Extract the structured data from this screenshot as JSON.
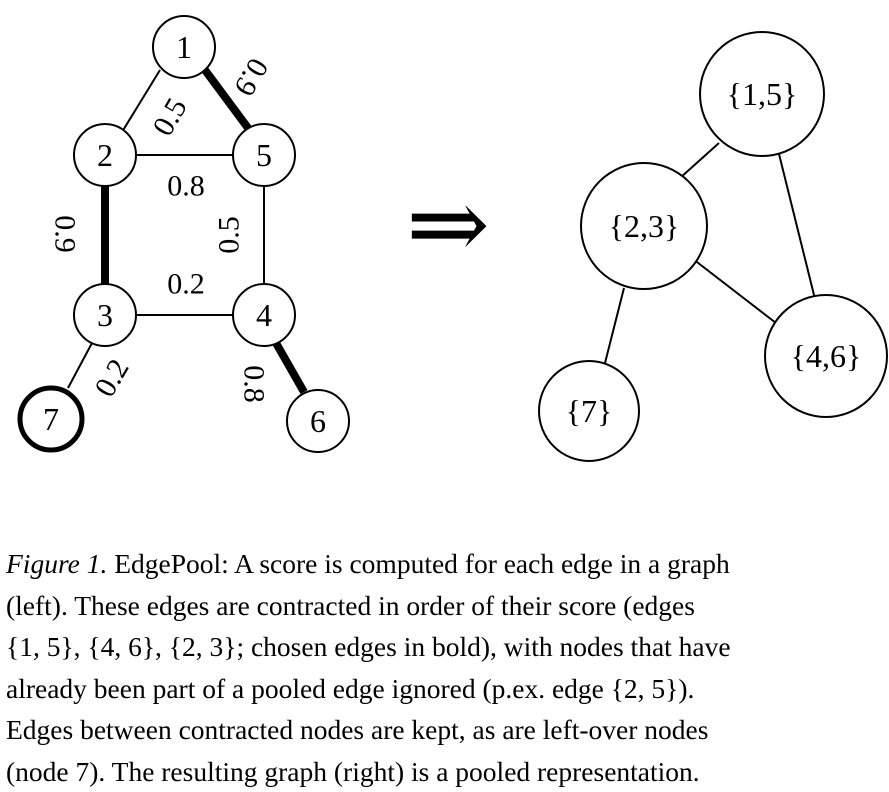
{
  "left_graph": {
    "nodes": [
      {
        "id": "n1",
        "label": "1"
      },
      {
        "id": "n2",
        "label": "2"
      },
      {
        "id": "n5",
        "label": "5"
      },
      {
        "id": "n3",
        "label": "3"
      },
      {
        "id": "n4",
        "label": "4"
      },
      {
        "id": "n7",
        "label": "7",
        "bold": true
      },
      {
        "id": "n6",
        "label": "6"
      }
    ],
    "edges": [
      {
        "from": "1",
        "to": "2",
        "weight": "0.5"
      },
      {
        "from": "1",
        "to": "5",
        "weight": "0.9",
        "bold": true
      },
      {
        "from": "2",
        "to": "5",
        "weight": "0.8"
      },
      {
        "from": "2",
        "to": "3",
        "weight": "0.9",
        "bold": true
      },
      {
        "from": "5",
        "to": "4",
        "weight": "0.5"
      },
      {
        "from": "3",
        "to": "4",
        "weight": "0.2"
      },
      {
        "from": "3",
        "to": "7",
        "weight": "0.2"
      },
      {
        "from": "4",
        "to": "6",
        "weight": "0.8",
        "bold": true
      }
    ]
  },
  "arrow_symbol": "⇒",
  "right_graph": {
    "nodes": [
      {
        "id": "p15",
        "label": "{1,5}"
      },
      {
        "id": "p23",
        "label": "{2,3}"
      },
      {
        "id": "p46",
        "label": "{4,6}"
      },
      {
        "id": "p7",
        "label": "{7}"
      }
    ],
    "edges": [
      {
        "from": "{1,5}",
        "to": "{2,3}"
      },
      {
        "from": "{1,5}",
        "to": "{4,6}"
      },
      {
        "from": "{2,3}",
        "to": "{4,6}"
      },
      {
        "from": "{2,3}",
        "to": "{7}"
      }
    ]
  },
  "caption": {
    "figure_label": "Figure 1.",
    "lines": [
      " EdgePool: A score is computed for each edge in a graph",
      "(left). These edges are contracted in order of their score (edges",
      "{1, 5}, {4, 6}, {2, 3}; chosen edges in bold), with nodes that have",
      "already been part of a pooled edge ignored (p.ex. edge {2, 5}).",
      "Edges between contracted nodes are kept, as are left-over nodes",
      "(node 7). The resulting graph (right) is a pooled representation."
    ]
  }
}
